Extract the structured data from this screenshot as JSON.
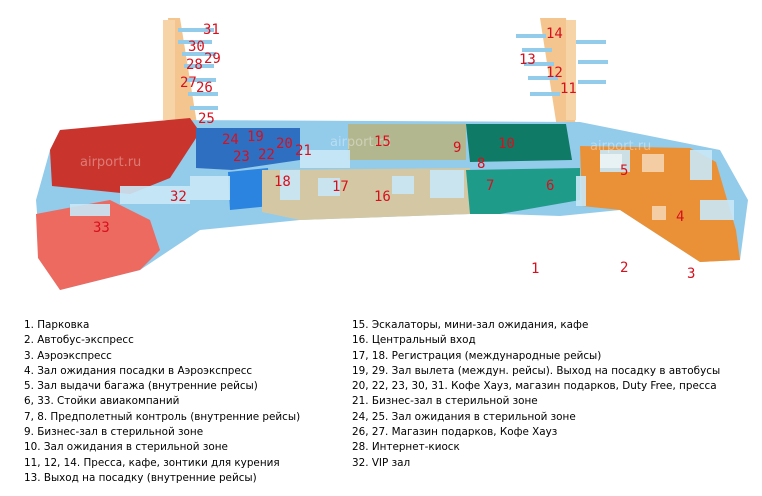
{
  "colors": {
    "red_zone": "#c9342c",
    "salmon_zone": "#ec6a60",
    "blue_zone": "#2e6fc2",
    "bright_blue_zone": "#2a84e0",
    "light_blue": "#93cbea",
    "pale_blue": "#c9e8f7",
    "beige_zone": "#d3c8a3",
    "olive_zone": "#b3b78f",
    "teal_zone": "#1f9b8a",
    "dark_teal_zone": "#0f7a66",
    "orange_zone": "#ea9138",
    "pier_orange": "#f4c58f",
    "label_red": "#d8101e"
  },
  "watermarks": [
    "airport.ru",
    "airport.ru",
    "airport.ru"
  ],
  "map_labels": [
    "31",
    "30",
    "29",
    "28",
    "27",
    "26",
    "25",
    "24",
    "19",
    "20",
    "23",
    "22",
    "21",
    "15",
    "9",
    "10",
    "8",
    "18",
    "17",
    "16",
    "7",
    "6",
    "5",
    "32",
    "33",
    "4",
    "14",
    "13",
    "12",
    "11",
    "1",
    "2",
    "3"
  ],
  "legend_left": [
    "1. Парковка",
    "2. Автобус-экспресс",
    "3. Аэроэкспресс",
    "4. Зал ожидания посадки в Аэроэкспресс",
    "5. Зал выдачи багажа (внутренние рейсы)",
    "6, 33. Стойки авиакомпаний",
    "7, 8. Предполетный контроль (внутренние рейсы)",
    "9. Бизнес-зал в стерильной зоне",
    "10. Зал ожидания в стерильной зоне",
    "11, 12, 14. Пресса, кафе, зонтики для курения",
    "13. Выход на посадку (внутренние рейсы)"
  ],
  "legend_right": [
    "15. Эскалаторы, мини-зал ожидания, кафе",
    "16. Центральный вход",
    "17, 18. Регистрация (международные рейсы)",
    "19, 29. Зал вылета (междун. рейсы). Выход на посадку в автобусы",
    "20, 22, 23, 30, 31. Кофе Хауз, магазин подарков, Duty Free, пресса",
    "21. Бизнес-зал в стерильной зоне",
    "24, 25. Зал ожидания в стерильной зоне",
    "26, 27. Магазин подарков, Кофе Хауз",
    "28. Интернет-киоск",
    "32. VIP зал"
  ]
}
